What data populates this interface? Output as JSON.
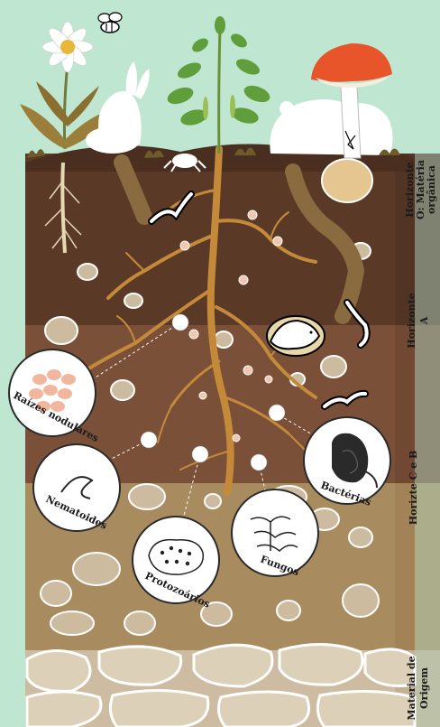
{
  "horizons": {
    "o_line1": "Horizonte",
    "o_line2": "O: Matéria",
    "o_line3": "orgânica",
    "a_line1": "Horizonte",
    "a_line2": "A",
    "cb": "Horizte C e B",
    "r_line1": "Material de",
    "r_line2": "Origem"
  },
  "organisms": {
    "nodules": "Raízes nodulares",
    "nematodes": "Nematoides",
    "protozoa": "Protozoários",
    "fungi": "Fungos",
    "bacteria": "Bactérias"
  },
  "colors": {
    "sky": "#bfe6d0",
    "layer_o": "#5a3a27",
    "layer_a": "#6e4a33",
    "layer_b": "#7a5039",
    "layer_c": "#a88b5e",
    "bedrock": "#cdbca1",
    "root": "#c48a3a",
    "mushroom_cap": "#e8552b"
  }
}
